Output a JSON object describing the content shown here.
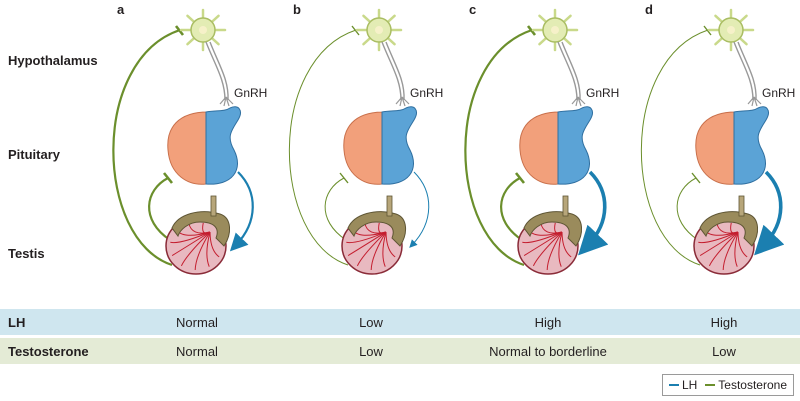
{
  "rows": {
    "hypothalamus": "Hypothalamus",
    "pituitary": "Pituitary",
    "testis": "Testis"
  },
  "hormone_label": "GnRH",
  "panels": [
    {
      "letter": "a",
      "lh": "Normal",
      "testosterone": "Normal"
    },
    {
      "letter": "b",
      "lh": "Low",
      "testosterone": "Low"
    },
    {
      "letter": "c",
      "lh": "High",
      "testosterone": "Normal to borderline"
    },
    {
      "letter": "d",
      "lh": "High",
      "testosterone": "Low"
    }
  ],
  "table": {
    "lh_label": "LH",
    "testosterone_label": "Testosterone"
  },
  "legend": {
    "lh": "LH",
    "testosterone": "Testosterone"
  },
  "colors": {
    "lh": "#1b7fb0",
    "testosterone": "#6b8f2c",
    "pituitary_anterior": "#f2a07b",
    "pituitary_posterior": "#5ba3d6",
    "testis": "#e8b9c0",
    "epididymis": "#9a8b5c",
    "neuron": "#c9d98a"
  }
}
